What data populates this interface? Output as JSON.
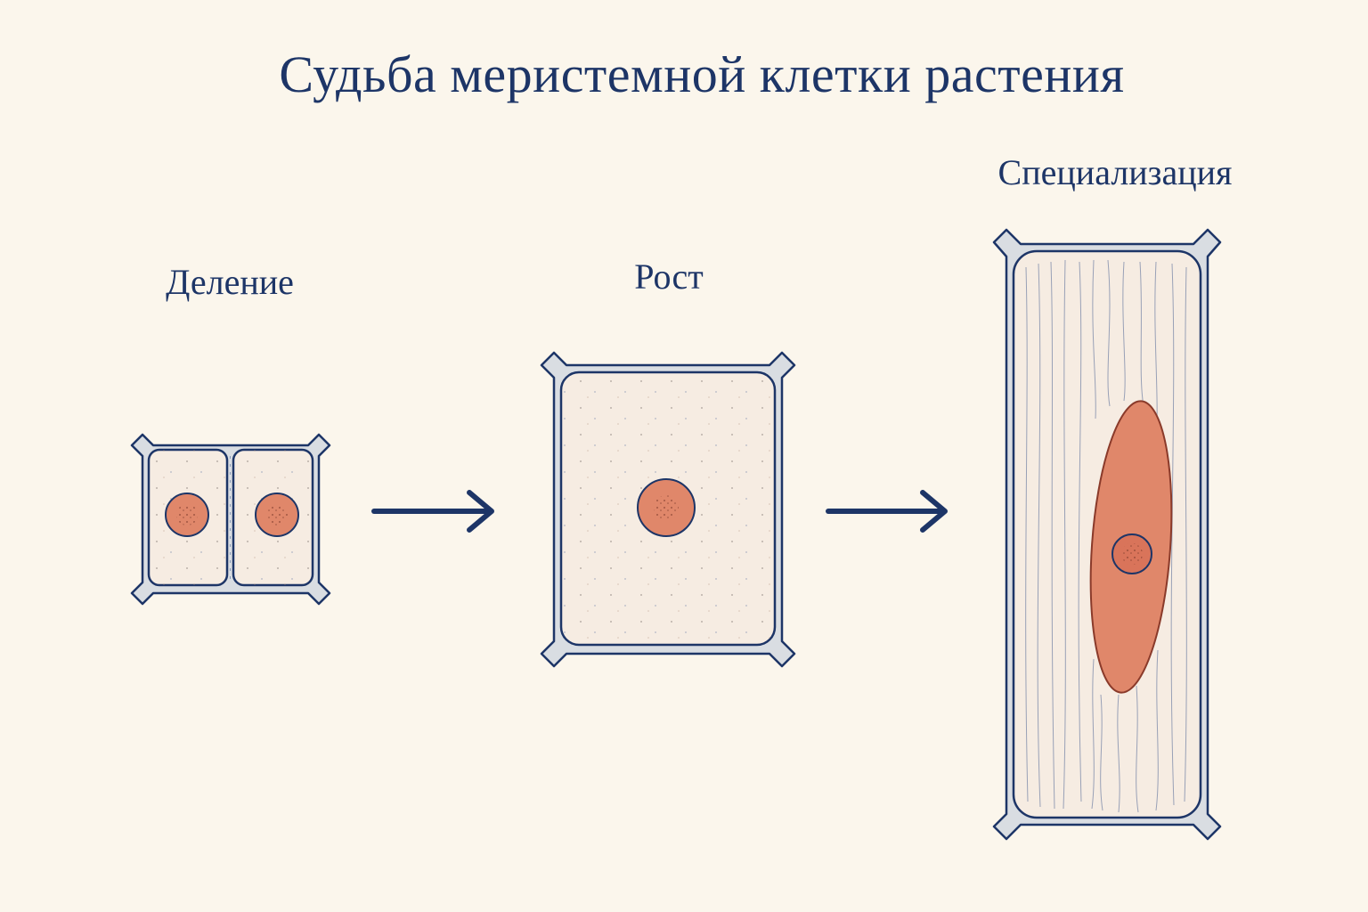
{
  "title": "Судьба меристемной клетки растения",
  "stages": [
    {
      "id": "division",
      "label": "Деление"
    },
    {
      "id": "growth",
      "label": "Рост"
    },
    {
      "id": "specialization",
      "label": "Специализация"
    }
  ],
  "colors": {
    "background": "#fbf6ec",
    "outline": "#1d3567",
    "cell_wall": "#d9dde2",
    "cytoplasm": "#f6ece2",
    "nucleus": "#e0876a",
    "nucleolus": "#c96d54",
    "arrow": "#1d3567"
  }
}
